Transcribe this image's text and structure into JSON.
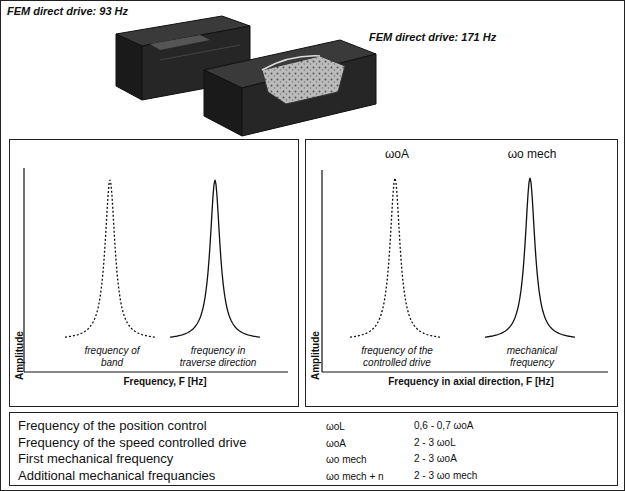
{
  "diagram": {
    "nodes": [
      {
        "text": [
          "FEM direct drive: 93 Hz",
          "FEM direct drive: 171 Hz"
        ]
      },
      {
        "text": [
          "Amplitude",
          "frequency of band",
          "frequency in traverse direction",
          "Frequency, F [Hz]"
        ],
        "in": 0
      },
      {
        "text": [
          "ωoA",
          "ωo mech",
          "Amplitude",
          "frequency of the controlled drive",
          "mechanical frequency",
          "Frequency in axial direction, F [Hz]"
        ],
        "in": 0
      },
      {
        "text": [
          "Frequency of the position control",
          "ωoL",
          "0,6 - 0,7 ωoA",
          "Frequency of the speed controlled drive",
          "ωoA",
          "2 - 3 ωoL",
          "First mechanical frequency",
          "ωo mech",
          "2 - 3 ωoA",
          "Additional mechanical frequancies",
          "ωo mech + n",
          "2 - 3 ωo mech"
        ],
        "in": 0
      }
    ]
  }
}
